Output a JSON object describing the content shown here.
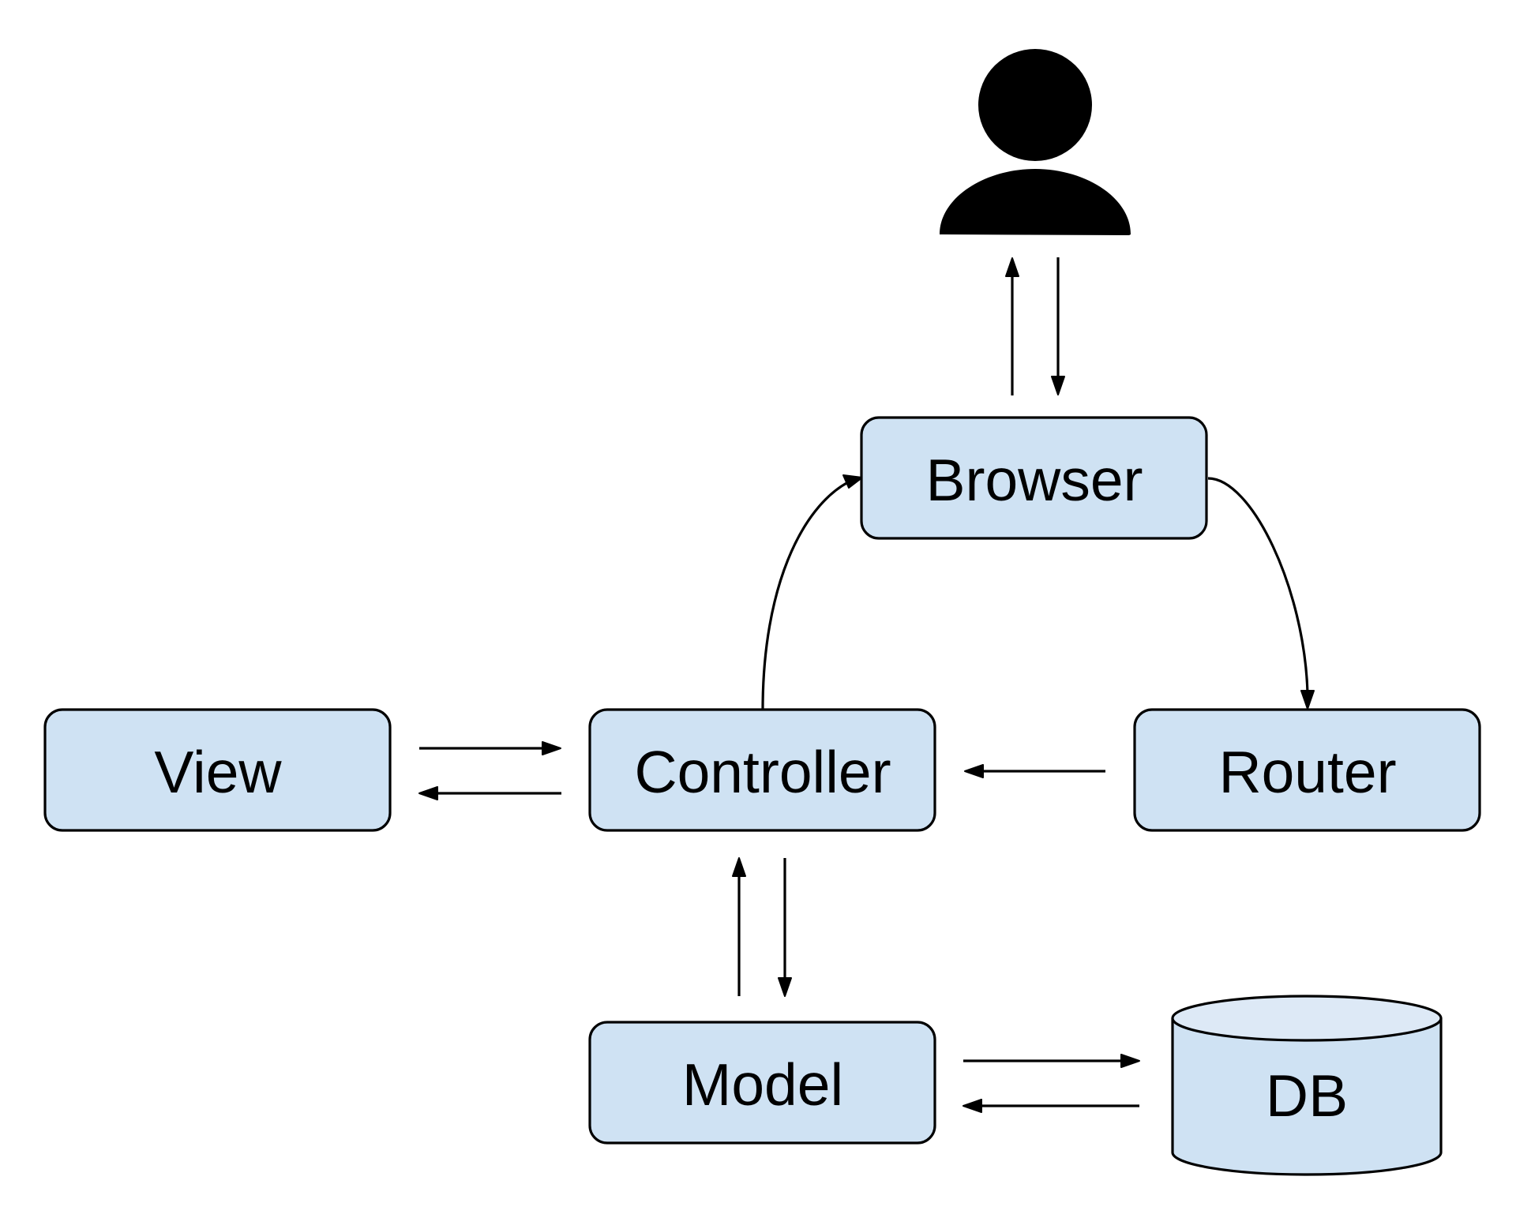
{
  "diagram": {
    "nodes": {
      "browser": {
        "label": "Browser"
      },
      "view": {
        "label": "View"
      },
      "controller": {
        "label": "Controller"
      },
      "router": {
        "label": "Router"
      },
      "model": {
        "label": "Model"
      },
      "db": {
        "label": "DB"
      }
    },
    "icons": {
      "user": "user-icon"
    },
    "colors": {
      "node_fill": "#cfe2f3",
      "db_top_fill": "#dde9f6",
      "stroke": "#000000"
    },
    "edges": [
      {
        "from": "browser",
        "to": "user"
      },
      {
        "from": "user",
        "to": "browser"
      },
      {
        "from": "browser",
        "to": "router"
      },
      {
        "from": "router",
        "to": "controller"
      },
      {
        "from": "controller",
        "to": "browser"
      },
      {
        "from": "view",
        "to": "controller"
      },
      {
        "from": "controller",
        "to": "view"
      },
      {
        "from": "model",
        "to": "controller"
      },
      {
        "from": "controller",
        "to": "model"
      },
      {
        "from": "model",
        "to": "db"
      },
      {
        "from": "db",
        "to": "model"
      }
    ]
  }
}
